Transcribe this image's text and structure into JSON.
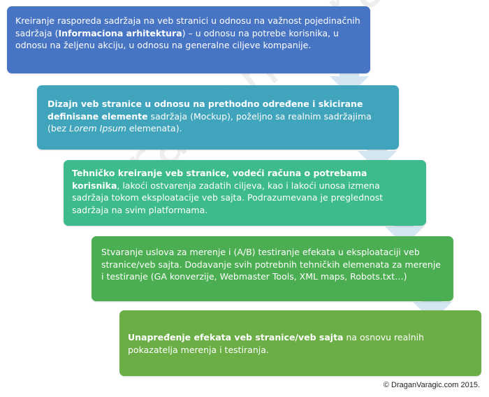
{
  "watermark": "DraganVaragic.com",
  "colors": {
    "step1": "#4874c4",
    "step2": "#40a4bd",
    "step3": "#3dbb8d",
    "step4": "#4cae52",
    "step5": "#6bae45",
    "arrow": "#d5e6f3"
  },
  "steps": [
    {
      "text_1": "Kreiranje rasporeda sadržaja na veb stranici u odnosu na važnost pojedinačnih sadržaja (",
      "bold_1": "Informaciona arhitektura",
      "text_2": ") – u odnosu na potrebe korisnika, u odnosu na željenu akciju, u odnosu na generalne ciljeve kompanije."
    },
    {
      "bold_1": "Dizajn veb stranice u odnosu na prethodno određene i skicirane definisane elemente",
      "text_1": " sadržaja (Mockup), poželjno sa realnim sadržajima (bez ",
      "italic_1": "Lorem Ipsum",
      "text_2": " elemenata)."
    },
    {
      "bold_1": "Tehničko kreiranje veb stranice, vodeći računa o potrebama korisnika",
      "text_1": ", lakoći ostvarenja zadatih ciljeva, kao i lakoći unosa izmena sadržaja tokom eksploatacije veb sajta. Podrazumevana je preglednost sadržaja na svim platformama."
    },
    {
      "text_1": "Stvaranje uslova za merenje i (A/B) testiranje efekata u eksploataciji veb stranice/veb sajta. Dodavanje svih potrebnih tehničkih elemenata za merenje i testiranje (GA konverzije, Webmaster Tools, XML maps, Robots.txt…)"
    },
    {
      "bold_1": "Unapređenje efekata veb stranice/veb sajta",
      "text_1": " na osnovu realnih pokazatelja merenja i testiranja."
    }
  ],
  "copyright": "© DraganVaragic.com 2015."
}
